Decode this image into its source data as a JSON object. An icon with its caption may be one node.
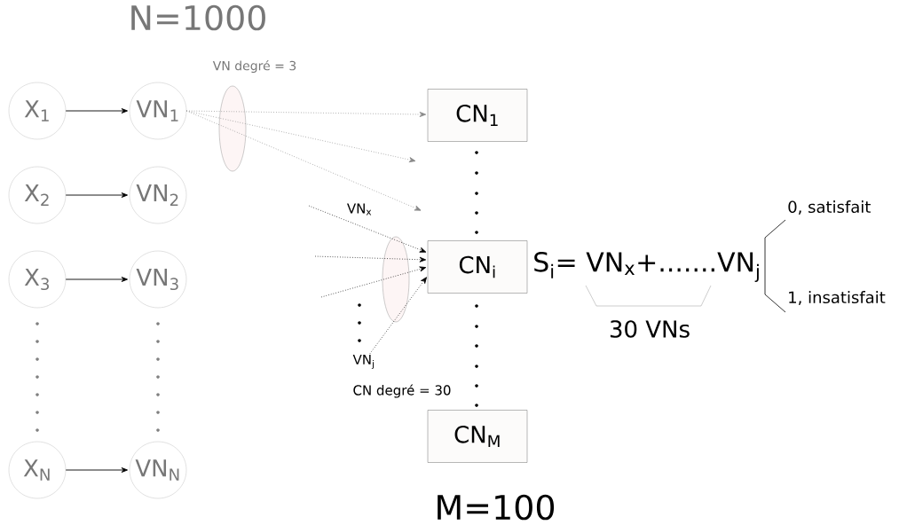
{
  "diagram": {
    "nodes": [
      {
        "text": [
          "X$_{1}$"
        ]
      },
      {
        "text": [
          "VN$_{1}$"
        ]
      },
      {
        "text": [
          "X$_{2}$"
        ]
      },
      {
        "text": [
          "VN$_{2}$"
        ]
      },
      {
        "text": [
          "X$_{3}$"
        ]
      },
      {
        "text": [
          "VN$_{3}$"
        ]
      },
      {
        "text": [
          "X$_{N}$"
        ]
      },
      {
        "text": [
          "VN$_{N}$"
        ]
      },
      {
        "text": [
          "CN$_{1}$"
        ]
      },
      {
        "text": [
          "CN$_{i}$"
        ]
      },
      {
        "text": [
          "CN$_{M}$"
        ]
      },
      {
        "text": [
          "VN$_{j}$"
        ]
      }
    ],
    "edges": [
      {
        "from": 0,
        "to": 1,
        "arrow": "to"
      },
      {
        "from": 2,
        "to": 3,
        "arrow": "to"
      },
      {
        "from": 4,
        "to": 5,
        "arrow": "to"
      },
      {
        "from": 6,
        "to": 7,
        "arrow": "to"
      },
      {
        "from": 1,
        "to": 8,
        "arrow": "to",
        "style": "dashed",
        "color": "#888888"
      },
      {
        "from": 1,
        "to": null,
        "arrow": "to",
        "style": "dashed",
        "color": "#888888"
      },
      {
        "from": 1,
        "to": null,
        "arrow": "to",
        "style": "dashed",
        "color": "#888888"
      },
      {
        "from": null,
        "to": 9,
        "arrow": "to",
        "style": "dashed",
        "label": "VN$_{x}$"
      },
      {
        "from": null,
        "to": 9,
        "arrow": "to",
        "style": "dashed"
      },
      {
        "from": null,
        "to": 9,
        "arrow": "to",
        "style": "dashed"
      },
      {
        "from": 11,
        "to": 9,
        "arrow": "to",
        "style": "dashed"
      }
    ],
    "labels": [
      "N=1000",
      "VN degré = 3",
      "S$_{i}$= VN$_{x}$+.......VN$_{j}$",
      "0, satisfait",
      "1, insatisfait",
      "30 VNs",
      "CN degré = 30",
      "M=100"
    ]
  }
}
